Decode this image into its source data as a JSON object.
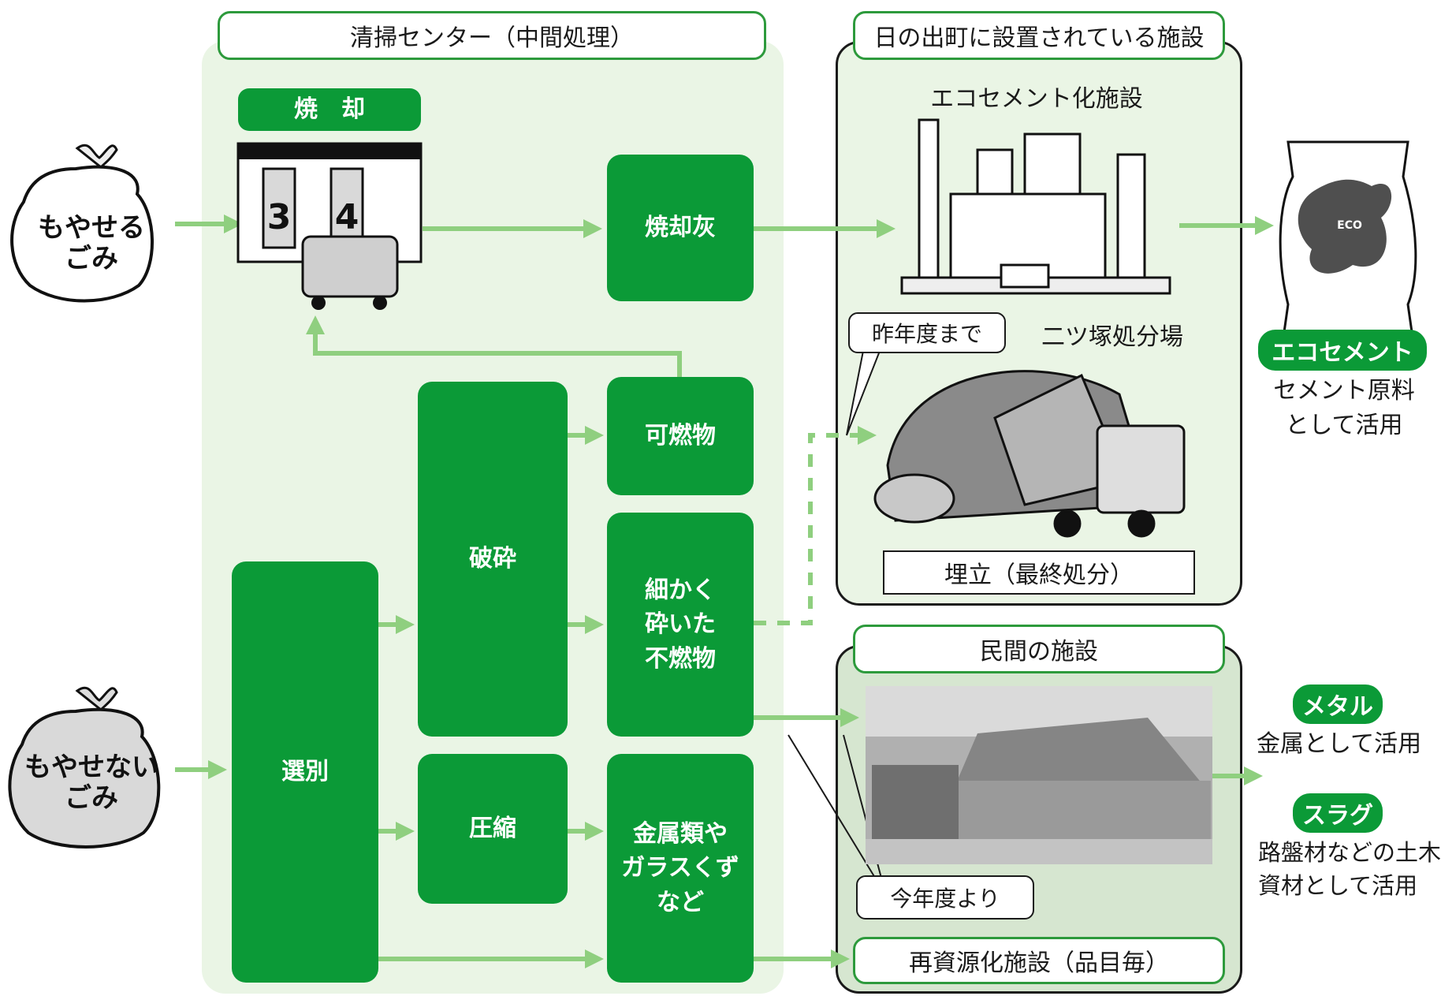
{
  "sections": {
    "center_title": "清掃センター（中間処理）",
    "nissho_title": "日の出町に設置されている施設",
    "minkan_title": "民間の施設"
  },
  "bags": {
    "burnable": "もやせる\nごみ",
    "nonburnable": "もやせない\nごみ"
  },
  "process": {
    "incineration": "焼　却",
    "ash": "焼却灰",
    "sorting": "選別",
    "crushing": "破砕",
    "combustibles": "可燃物",
    "crushed_nonburnable": "細かく\n砕いた\n不燃物",
    "compression": "圧縮",
    "metal_glass": "金属類や\nガラスくず\nなど"
  },
  "incinerator_numbers": [
    "3",
    "4"
  ],
  "facilities": {
    "ecocement_facility": "エコセメント化施設",
    "until_last_year": "昨年度まで",
    "landfill_site": "二ツ塚処分場",
    "landfill_label": "埋立（最終処分）",
    "from_this_year": "今年度より",
    "recycling_facility": "再資源化施設（品目毎）"
  },
  "products": {
    "ecocement": {
      "label": "エコセメント",
      "desc": "セメント原料\nとして活用",
      "bag_mark": "ECO"
    },
    "metal": {
      "label": "メタル",
      "desc": "金属として活用"
    },
    "slag": {
      "label": "スラグ",
      "desc": "路盤材などの土木\n資材として活用"
    }
  },
  "colors": {
    "box_green": "#0b9a37",
    "arrow_green": "#8fcf7f",
    "panel_green": "#eaf5e5",
    "panel_dark": "#d6e6d0"
  }
}
